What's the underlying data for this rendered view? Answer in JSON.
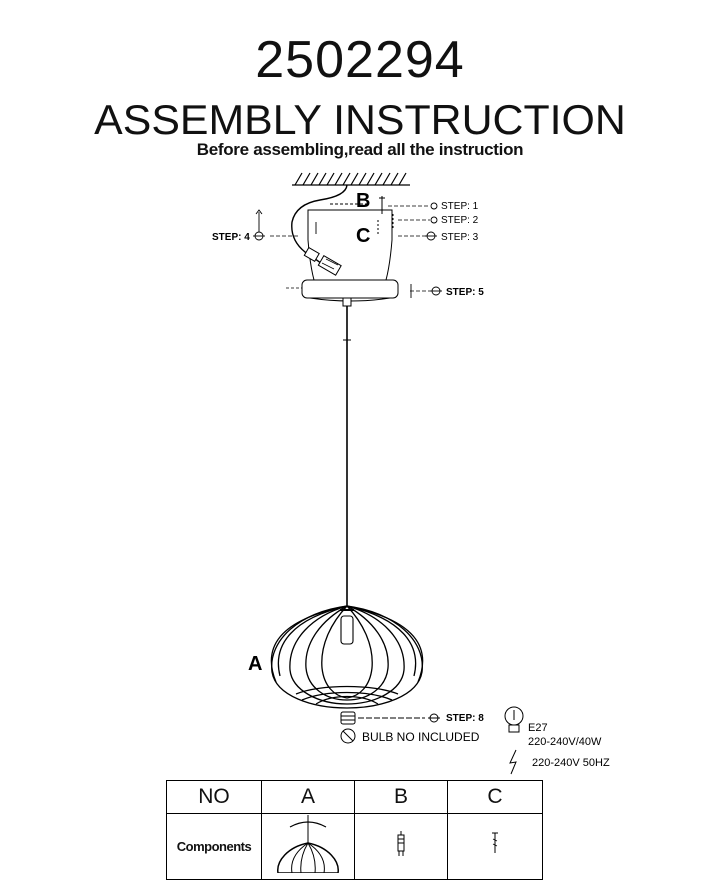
{
  "header": {
    "product_code": "2502294",
    "title": "ASSEMBLY  INSTRUCTION",
    "subtitle": "Before assembling,read all the instruction"
  },
  "diagram": {
    "parts": {
      "a": "A",
      "b": "B",
      "c": "C"
    },
    "steps": {
      "step1": "STEP: 1",
      "step2": "STEP: 2",
      "step3": "STEP: 3",
      "step4": "STEP: 4",
      "step5": "STEP: 5",
      "step8": "STEP: 8"
    },
    "bulb_note": "BULB NO INCLUDED",
    "specs": {
      "socket": "E27",
      "bulb_rating": "220-240V/40W",
      "power_supply": "220-240V 50HZ"
    }
  },
  "components_table": {
    "headers": [
      "NO",
      "A",
      "B",
      "C"
    ],
    "row_label": "Components"
  }
}
